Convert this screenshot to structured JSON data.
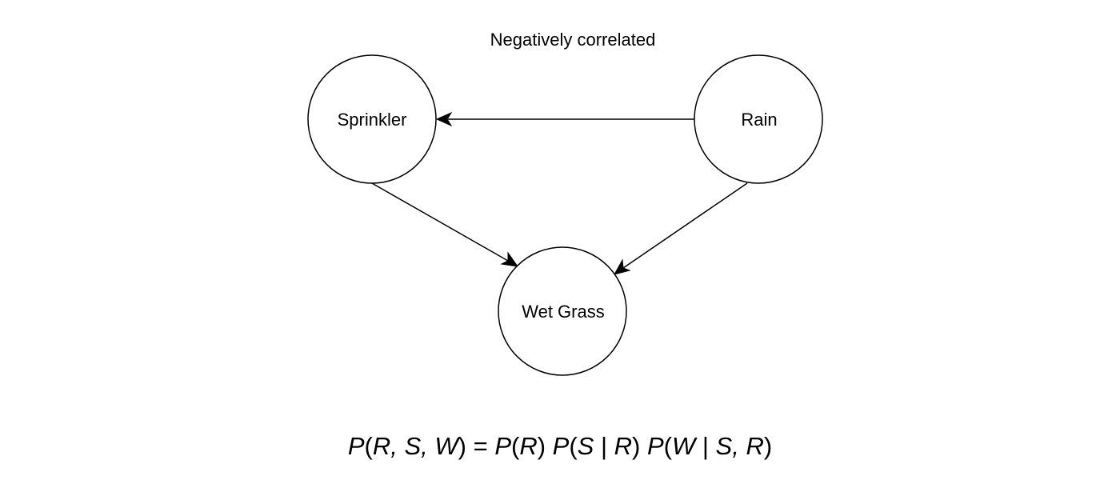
{
  "diagram": {
    "annotation": "Negatively correlated",
    "nodes": {
      "sprinkler": "Sprinkler",
      "rain": "Rain",
      "wet_grass": "Wet Grass"
    },
    "edges": [
      {
        "from": "Rain",
        "to": "Sprinkler"
      },
      {
        "from": "Sprinkler",
        "to": "Wet Grass"
      },
      {
        "from": "Rain",
        "to": "Wet Grass"
      }
    ]
  },
  "formula": {
    "lhs_fn": "P",
    "lhs_open": "(",
    "lhs_r": "R",
    "lhs_sep1": ", ",
    "lhs_s": "S",
    "lhs_sep2": ", ",
    "lhs_w": "W",
    "lhs_close": ")",
    "equals": " = ",
    "t1_fn": "P",
    "t1_open": "(",
    "t1_r": "R",
    "t1_close": ") ",
    "t2_fn": "P",
    "t2_open": "(",
    "t2_s": "S",
    "t2_bar": " | ",
    "t2_r": "R",
    "t2_close": ") ",
    "t3_fn": "P",
    "t3_open": "(",
    "t3_w": "W",
    "t3_bar": " | ",
    "t3_s": "S",
    "t3_sep": ", ",
    "t3_r": "R",
    "t3_close": ")"
  }
}
